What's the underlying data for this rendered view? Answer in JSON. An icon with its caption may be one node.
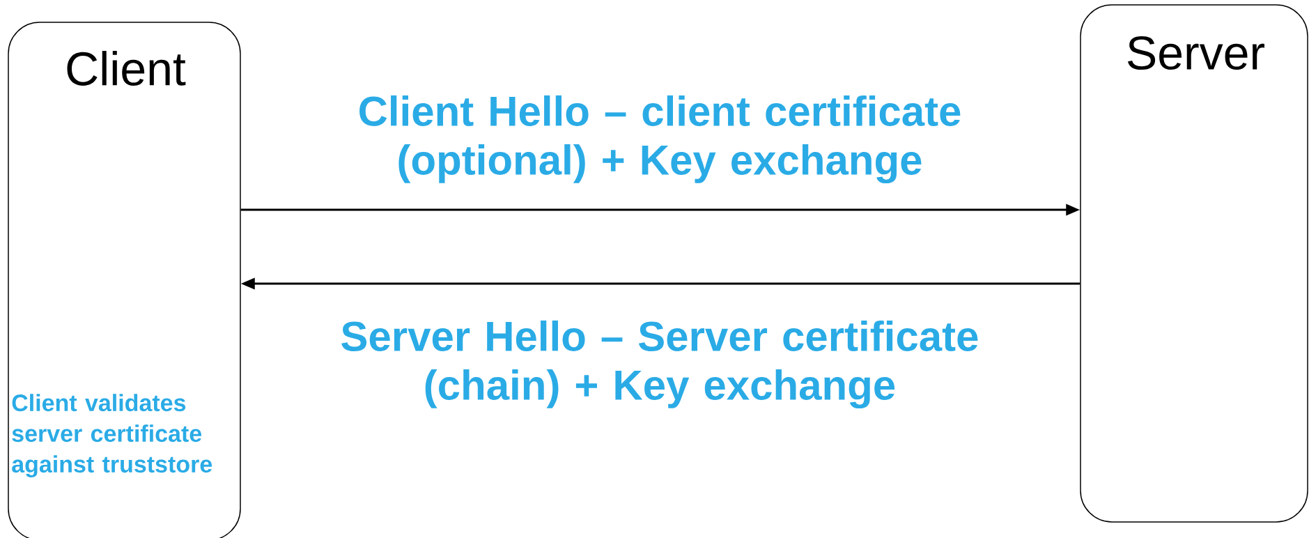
{
  "diagram": {
    "nodes": [
      {
        "text": [
          "Client",
          "Client validates server certificate against truststore"
        ]
      },
      {
        "text": [
          "Server"
        ]
      }
    ],
    "edges": [
      {
        "from": 0,
        "to": 1,
        "arrow": "to",
        "label": "Client Hello – client certificate (optional) + Key exchange"
      },
      {
        "from": 1,
        "to": 0,
        "arrow": "to",
        "label": "Server Hello – Server certificate (chain) + Key exchange"
      }
    ]
  }
}
